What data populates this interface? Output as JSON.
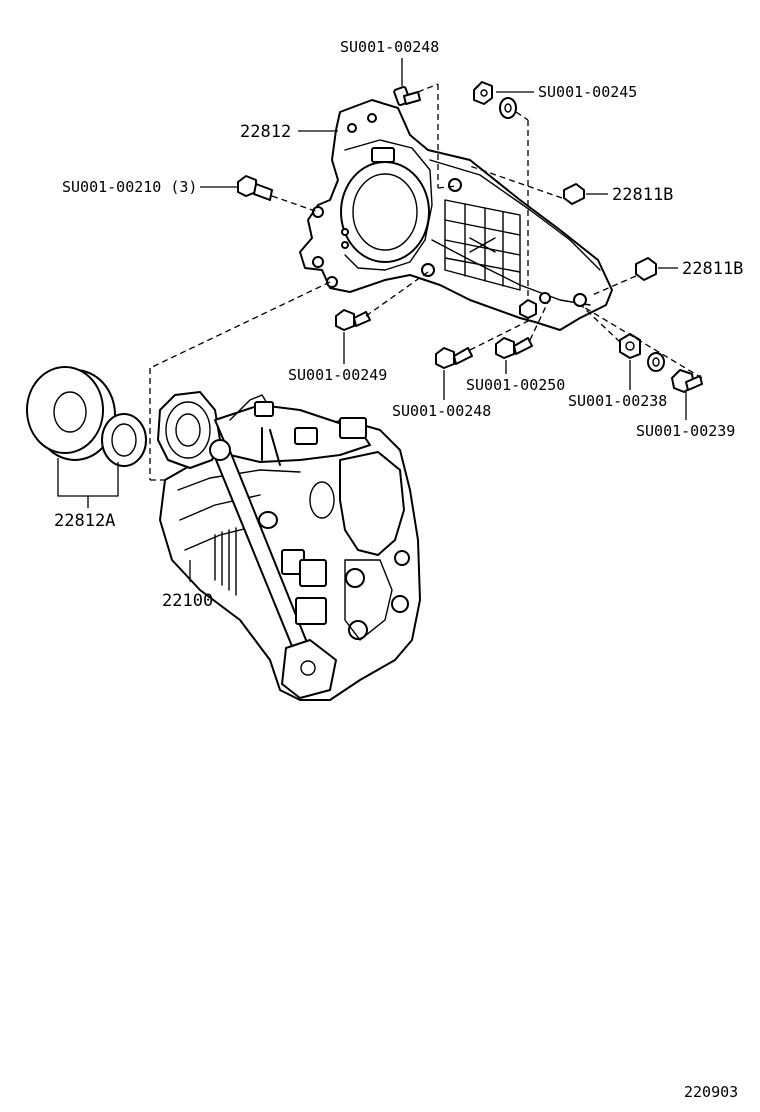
{
  "diagram": {
    "part_labels": {
      "p_su248_top": "SU001-00248",
      "p_su245": "SU001-00245",
      "p_22812": "22812",
      "p_su210": "SU001-00210 (3)",
      "p_22811b_top": "22811B",
      "p_22811b_right": "22811B",
      "p_su249": "SU001-00249",
      "p_su250": "SU001-00250",
      "p_su248_bot": "SU001-00248",
      "p_su238": "SU001-00238",
      "p_su239": "SU001-00239",
      "p_22812a": "22812A",
      "p_22100": "22100"
    },
    "diagram_code": "220903"
  }
}
